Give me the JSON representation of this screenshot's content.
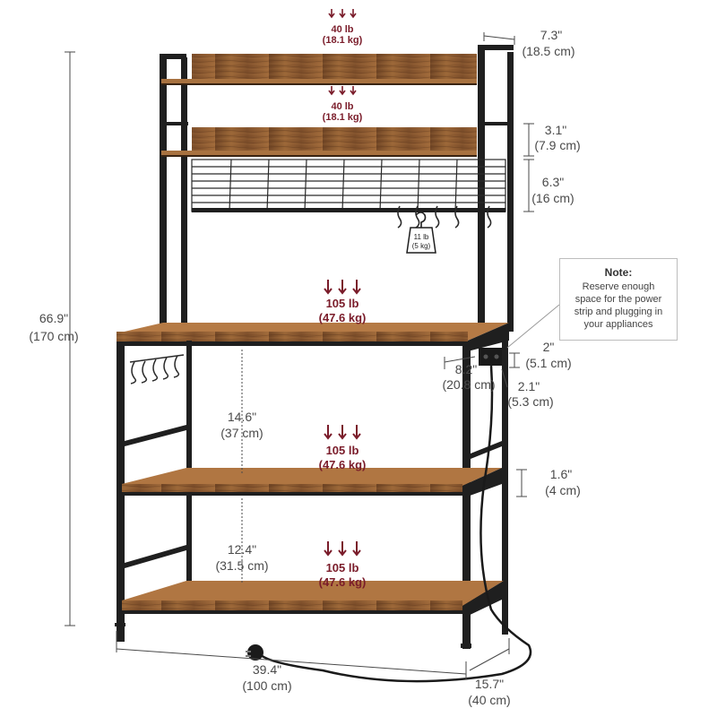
{
  "colors": {
    "frame": "#1f1f1f",
    "wood": "#8a5a33",
    "wood_dark": "#5e3a1e",
    "weight_accent": "#7a1c2a",
    "dimension_line": "#4a4a4a"
  },
  "weights": {
    "top_shelf": {
      "lb": "40 lb",
      "kg": "(18.1 kg)"
    },
    "second_shelf": {
      "lb": "40 lb",
      "kg": "(18.1 kg)"
    },
    "hook": {
      "lb": "11 lb",
      "kg": "(5 kg)"
    },
    "tabletop": {
      "lb": "105 lb",
      "kg": "(47.6 kg)"
    },
    "middle_shelf": {
      "lb": "105 lb",
      "kg": "(47.6 kg)"
    },
    "bottom_shelf": {
      "lb": "105 lb",
      "kg": "(47.6 kg)"
    }
  },
  "dimensions": {
    "height": {
      "in": "66.9\"",
      "cm": "(170 cm)"
    },
    "top_depth": {
      "in": "7.3\"",
      "cm": "(18.5 cm)"
    },
    "shelf_gap": {
      "in": "3.1\"",
      "cm": "(7.9 cm)"
    },
    "grid_height": {
      "in": "6.3\"",
      "cm": "(16 cm)"
    },
    "outlet_width": {
      "in": "8.2\"",
      "cm": "(20.8 cm)"
    },
    "outlet_height": {
      "in": "2\"",
      "cm": "(5.1 cm)"
    },
    "outlet_depth": {
      "in": "2.1\"",
      "cm": "(5.3 cm)"
    },
    "lower_gap": {
      "in": "14.6\"",
      "cm": "(37 cm)"
    },
    "shelf_thickness": {
      "in": "1.6\"",
      "cm": "(4 cm)"
    },
    "bottom_gap": {
      "in": "12.4\"",
      "cm": "(31.5 cm)"
    },
    "width": {
      "in": "39.4\"",
      "cm": "(100 cm)"
    },
    "depth": {
      "in": "15.7\"",
      "cm": "(40 cm)"
    }
  },
  "note": {
    "title": "Note:",
    "lines": [
      "Reserve enough",
      "space for the power",
      "strip and plugging in",
      "your appliances"
    ]
  },
  "icons": [
    "down-arrow-icon",
    "weight-hook-icon",
    "power-plug-icon"
  ]
}
